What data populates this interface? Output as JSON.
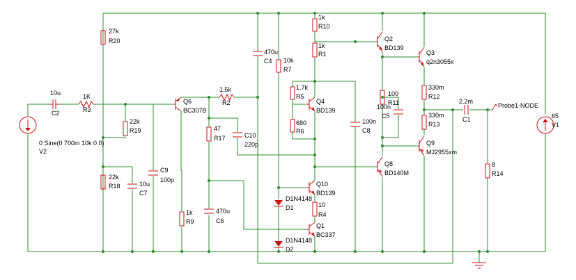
{
  "components": [
    {
      "id": "R20",
      "labels": [
        "27k",
        "R20"
      ]
    },
    {
      "id": "C2",
      "labels": [
        "10u",
        "C2"
      ]
    },
    {
      "id": "R3",
      "labels": [
        "1K",
        "R3"
      ]
    },
    {
      "id": "V2",
      "labels": [
        "0 Sine(0 700m 10k 0 0)",
        "V2"
      ]
    },
    {
      "id": "R19",
      "labels": [
        "22k",
        "R19"
      ]
    },
    {
      "id": "R18",
      "labels": [
        "22k",
        "R18"
      ]
    },
    {
      "id": "C7",
      "labels": [
        "10u",
        "C7"
      ]
    },
    {
      "id": "C9",
      "labels": [
        "C9",
        "100p"
      ]
    },
    {
      "id": "Q6",
      "labels": [
        "Q6",
        "BC307B"
      ]
    },
    {
      "id": "R2",
      "labels": [
        "1.5k",
        "R2"
      ]
    },
    {
      "id": "R17",
      "labels": [
        "47",
        "R17"
      ]
    },
    {
      "id": "C10",
      "labels": [
        "C10",
        "220p"
      ]
    },
    {
      "id": "R9",
      "labels": [
        "1k",
        "R9"
      ]
    },
    {
      "id": "C6",
      "labels": [
        "470u",
        "C6"
      ]
    },
    {
      "id": "C4",
      "labels": [
        "470u",
        "C4"
      ]
    },
    {
      "id": "R7",
      "labels": [
        "10k",
        "R7"
      ]
    },
    {
      "id": "R10",
      "labels": [
        "1k",
        "R10"
      ]
    },
    {
      "id": "R1",
      "labels": [
        "1k",
        "R1"
      ]
    },
    {
      "id": "R5",
      "labels": [
        "1.7k",
        "R5"
      ]
    },
    {
      "id": "Q4",
      "labels": [
        "Q4",
        "BD139"
      ]
    },
    {
      "id": "R6",
      "labels": [
        "680",
        "R6"
      ]
    },
    {
      "id": "Q10",
      "labels": [
        "Q10",
        "BD139"
      ]
    },
    {
      "id": "D1",
      "labels": [
        "D1N4148",
        "D1"
      ]
    },
    {
      "id": "R4",
      "labels": [
        "10",
        "R4"
      ]
    },
    {
      "id": "Q1",
      "labels": [
        "Q1",
        "BC337"
      ]
    },
    {
      "id": "D2",
      "labels": [
        "D1N4148",
        "D2"
      ]
    },
    {
      "id": "C8",
      "labels": [
        "100n",
        "C8"
      ]
    },
    {
      "id": "Q2",
      "labels": [
        "Q2",
        "BD139"
      ]
    },
    {
      "id": "Q8",
      "labels": [
        "Q8",
        "BD140M"
      ]
    },
    {
      "id": "R11",
      "labels": [
        "100",
        "R11"
      ]
    },
    {
      "id": "C5",
      "labels": [
        "100n",
        "C5"
      ]
    },
    {
      "id": "Q3",
      "labels": [
        "Q3",
        "q2n3055x"
      ]
    },
    {
      "id": "R12",
      "labels": [
        "330m",
        "R12"
      ]
    },
    {
      "id": "R13",
      "labels": [
        "330m",
        "R13"
      ]
    },
    {
      "id": "Q9",
      "labels": [
        "Q9",
        "MJ2955xm"
      ]
    },
    {
      "id": "C1",
      "labels": [
        "2.2m",
        "C1"
      ]
    },
    {
      "id": "R14",
      "labels": [
        "8",
        "R14"
      ]
    },
    {
      "id": "V1",
      "labels": [
        "65",
        "V1"
      ]
    }
  ],
  "probe": {
    "label": "Probe1-NODE"
  },
  "colors": {
    "wire": "#2e8b2e",
    "component": "#cc1111",
    "background": "#ffffff"
  }
}
